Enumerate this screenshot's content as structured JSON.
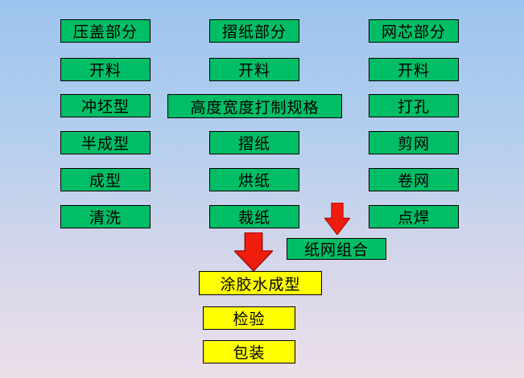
{
  "colors": {
    "background_top": "#9cc4ee",
    "background_bottom": "#ecdfe9",
    "green_box": "#00bd66",
    "yellow_box": "#ffff00",
    "arrow_red": "#ee1d0e",
    "border": "#000000"
  },
  "columns": [
    {
      "header": "压盖部分",
      "steps": [
        "开料",
        "冲坯型",
        "半成型",
        "成型",
        "清洗"
      ]
    },
    {
      "header": "摺纸部分",
      "steps": [
        "开料",
        "高度宽度打制规格",
        "摺纸",
        "烘纸",
        "裁纸"
      ]
    },
    {
      "header": "网芯部分",
      "steps": [
        "开料",
        "打孔",
        "剪网",
        "卷网",
        "点焊"
      ]
    }
  ],
  "merge_flow": {
    "paper_mesh_combine": "纸网组合",
    "glue_water_forming": "涂胶水成型",
    "inspection": "检验",
    "packaging": "包装"
  },
  "icons": [
    {
      "name": "down-arrow-right",
      "shape": "block-arrow-down"
    },
    {
      "name": "down-arrow-center",
      "shape": "block-arrow-down"
    }
  ]
}
